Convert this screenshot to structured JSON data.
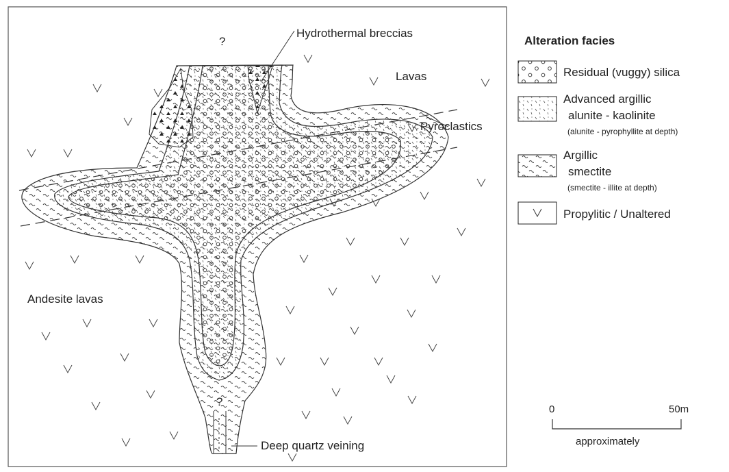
{
  "figure": {
    "question_top": "?",
    "question_bottom": "?",
    "labels": {
      "hydrothermal_breccias": "Hydrothermal breccias",
      "lavas": "Lavas",
      "pyroclastics": "Pyroclastics",
      "andesite_lavas": "Andesite lavas",
      "deep_quartz_veining": "Deep quartz veining"
    }
  },
  "legend": {
    "title": "Alteration facies",
    "items": [
      {
        "pattern": "circles",
        "lines": [
          "Residual (vuggy) silica"
        ]
      },
      {
        "pattern": "dashes-dots",
        "lines": [
          "Advanced argillic",
          "alunite - kaolinite"
        ],
        "note": "(alunite - pyrophyllite at depth)"
      },
      {
        "pattern": "tildes",
        "lines": [
          "Argillic",
          "smectite"
        ],
        "note": "(smectite - illite at depth)"
      },
      {
        "pattern": "v",
        "lines": [
          "Propylitic / Unaltered"
        ]
      }
    ]
  },
  "scale": {
    "start": "0",
    "end": "50m",
    "caption": "approximately"
  }
}
